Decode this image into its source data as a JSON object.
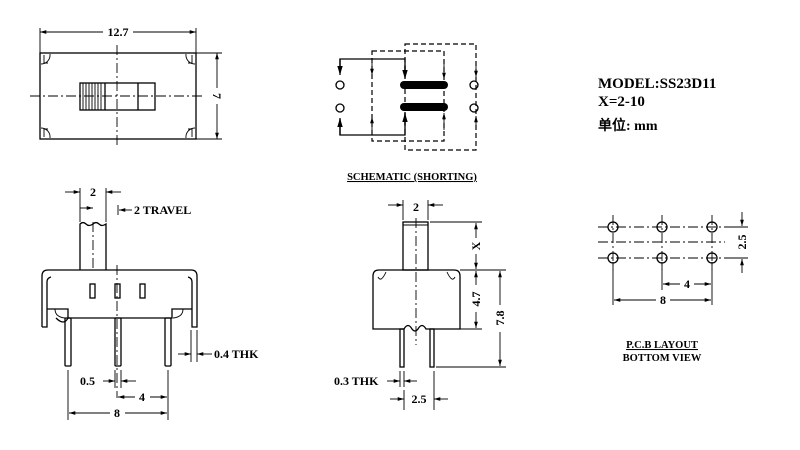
{
  "specs": {
    "model": "MODEL:SS23D11",
    "x_range": "X=2-10",
    "unit": "单位: mm"
  },
  "top_view": {
    "width_dim": "12.7",
    "height_dim": "7"
  },
  "schematic": {
    "caption": "SCHEMATIC (SHORTING)"
  },
  "side_view": {
    "actuator_width": "2",
    "travel": "2 TRAVEL",
    "frame_thickness": "0.4 THK",
    "pin_width": "0.5",
    "pin_pitch": "4",
    "pin_span": "8"
  },
  "end_view": {
    "actuator_width": "2",
    "actuator_height": "X",
    "body_height": "4.7",
    "total_height": "7.8",
    "pin_thickness": "0.3 THK",
    "pin_row_spacing": "2.5"
  },
  "pcb_layout": {
    "row_spacing": "2.5",
    "pitch": "4",
    "span": "8",
    "caption_line1": "P.C.B LAYOUT",
    "caption_line2": "BOTTOM VIEW"
  }
}
